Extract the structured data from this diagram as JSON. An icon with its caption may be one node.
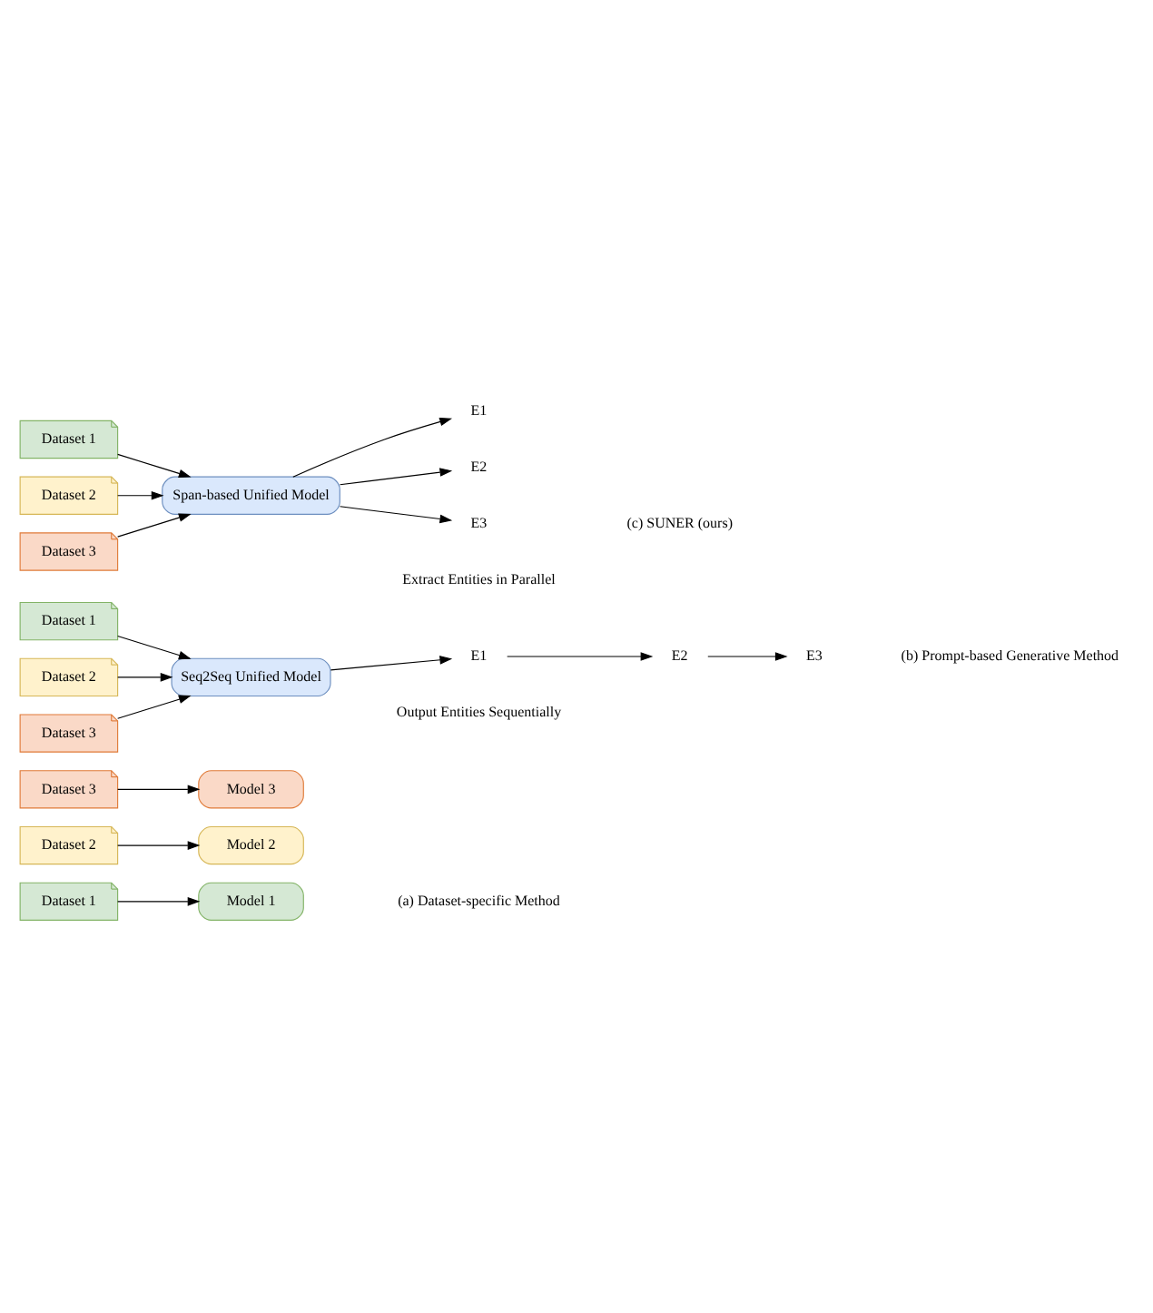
{
  "diagram": {
    "nodes": [
      {
        "text": [
          "Dataset 1"
        ]
      },
      {
        "text": [
          "Model 1"
        ]
      },
      {
        "text": [
          "Dataset 2"
        ]
      },
      {
        "text": [
          "Model 2"
        ]
      },
      {
        "text": [
          "Dataset 3"
        ]
      },
      {
        "text": [
          "Model 3"
        ]
      },
      {
        "text": [
          "Dataset 1"
        ]
      },
      {
        "text": [
          "Dataset 2"
        ]
      },
      {
        "text": [
          "Dataset 3"
        ]
      },
      {
        "text": [
          "Seq2Seq Unified Model"
        ]
      },
      {
        "text": [
          "E1"
        ]
      },
      {
        "text": [
          "E2"
        ]
      },
      {
        "text": [
          "E3"
        ]
      },
      {
        "text": [
          "Dataset 1"
        ]
      },
      {
        "text": [
          "Dataset 2"
        ]
      },
      {
        "text": [
          "Dataset 3"
        ]
      },
      {
        "text": [
          "Span-based Unified Model"
        ]
      },
      {
        "text": [
          "E1"
        ]
      },
      {
        "text": [
          "E2"
        ]
      },
      {
        "text": [
          "E3"
        ]
      }
    ],
    "edges": [
      {
        "from": 0,
        "to": 1,
        "arrow": "to"
      },
      {
        "from": 2,
        "to": 3,
        "arrow": "to"
      },
      {
        "from": 4,
        "to": 5,
        "arrow": "to"
      },
      {
        "from": 6,
        "to": 9,
        "arrow": "to"
      },
      {
        "from": 7,
        "to": 9,
        "arrow": "to"
      },
      {
        "from": 8,
        "to": 9,
        "arrow": "to"
      },
      {
        "from": 9,
        "to": 10,
        "arrow": "to"
      },
      {
        "from": 10,
        "to": 11,
        "arrow": "to"
      },
      {
        "from": 11,
        "to": 12,
        "arrow": "to"
      },
      {
        "from": 13,
        "to": 16,
        "arrow": "to"
      },
      {
        "from": 14,
        "to": 16,
        "arrow": "to"
      },
      {
        "from": 15,
        "to": 16,
        "arrow": "to"
      },
      {
        "from": 16,
        "to": 17,
        "arrow": "to"
      },
      {
        "from": 16,
        "to": 18,
        "arrow": "to"
      },
      {
        "from": 16,
        "to": 19,
        "arrow": "to"
      }
    ],
    "labels": [
      "(a) Dataset-specific Method",
      "(b) Prompt-based Generative Method",
      "Output Entities Sequentially",
      "(c) SUNER (ours)",
      "Extract Entities in Parallel"
    ]
  }
}
